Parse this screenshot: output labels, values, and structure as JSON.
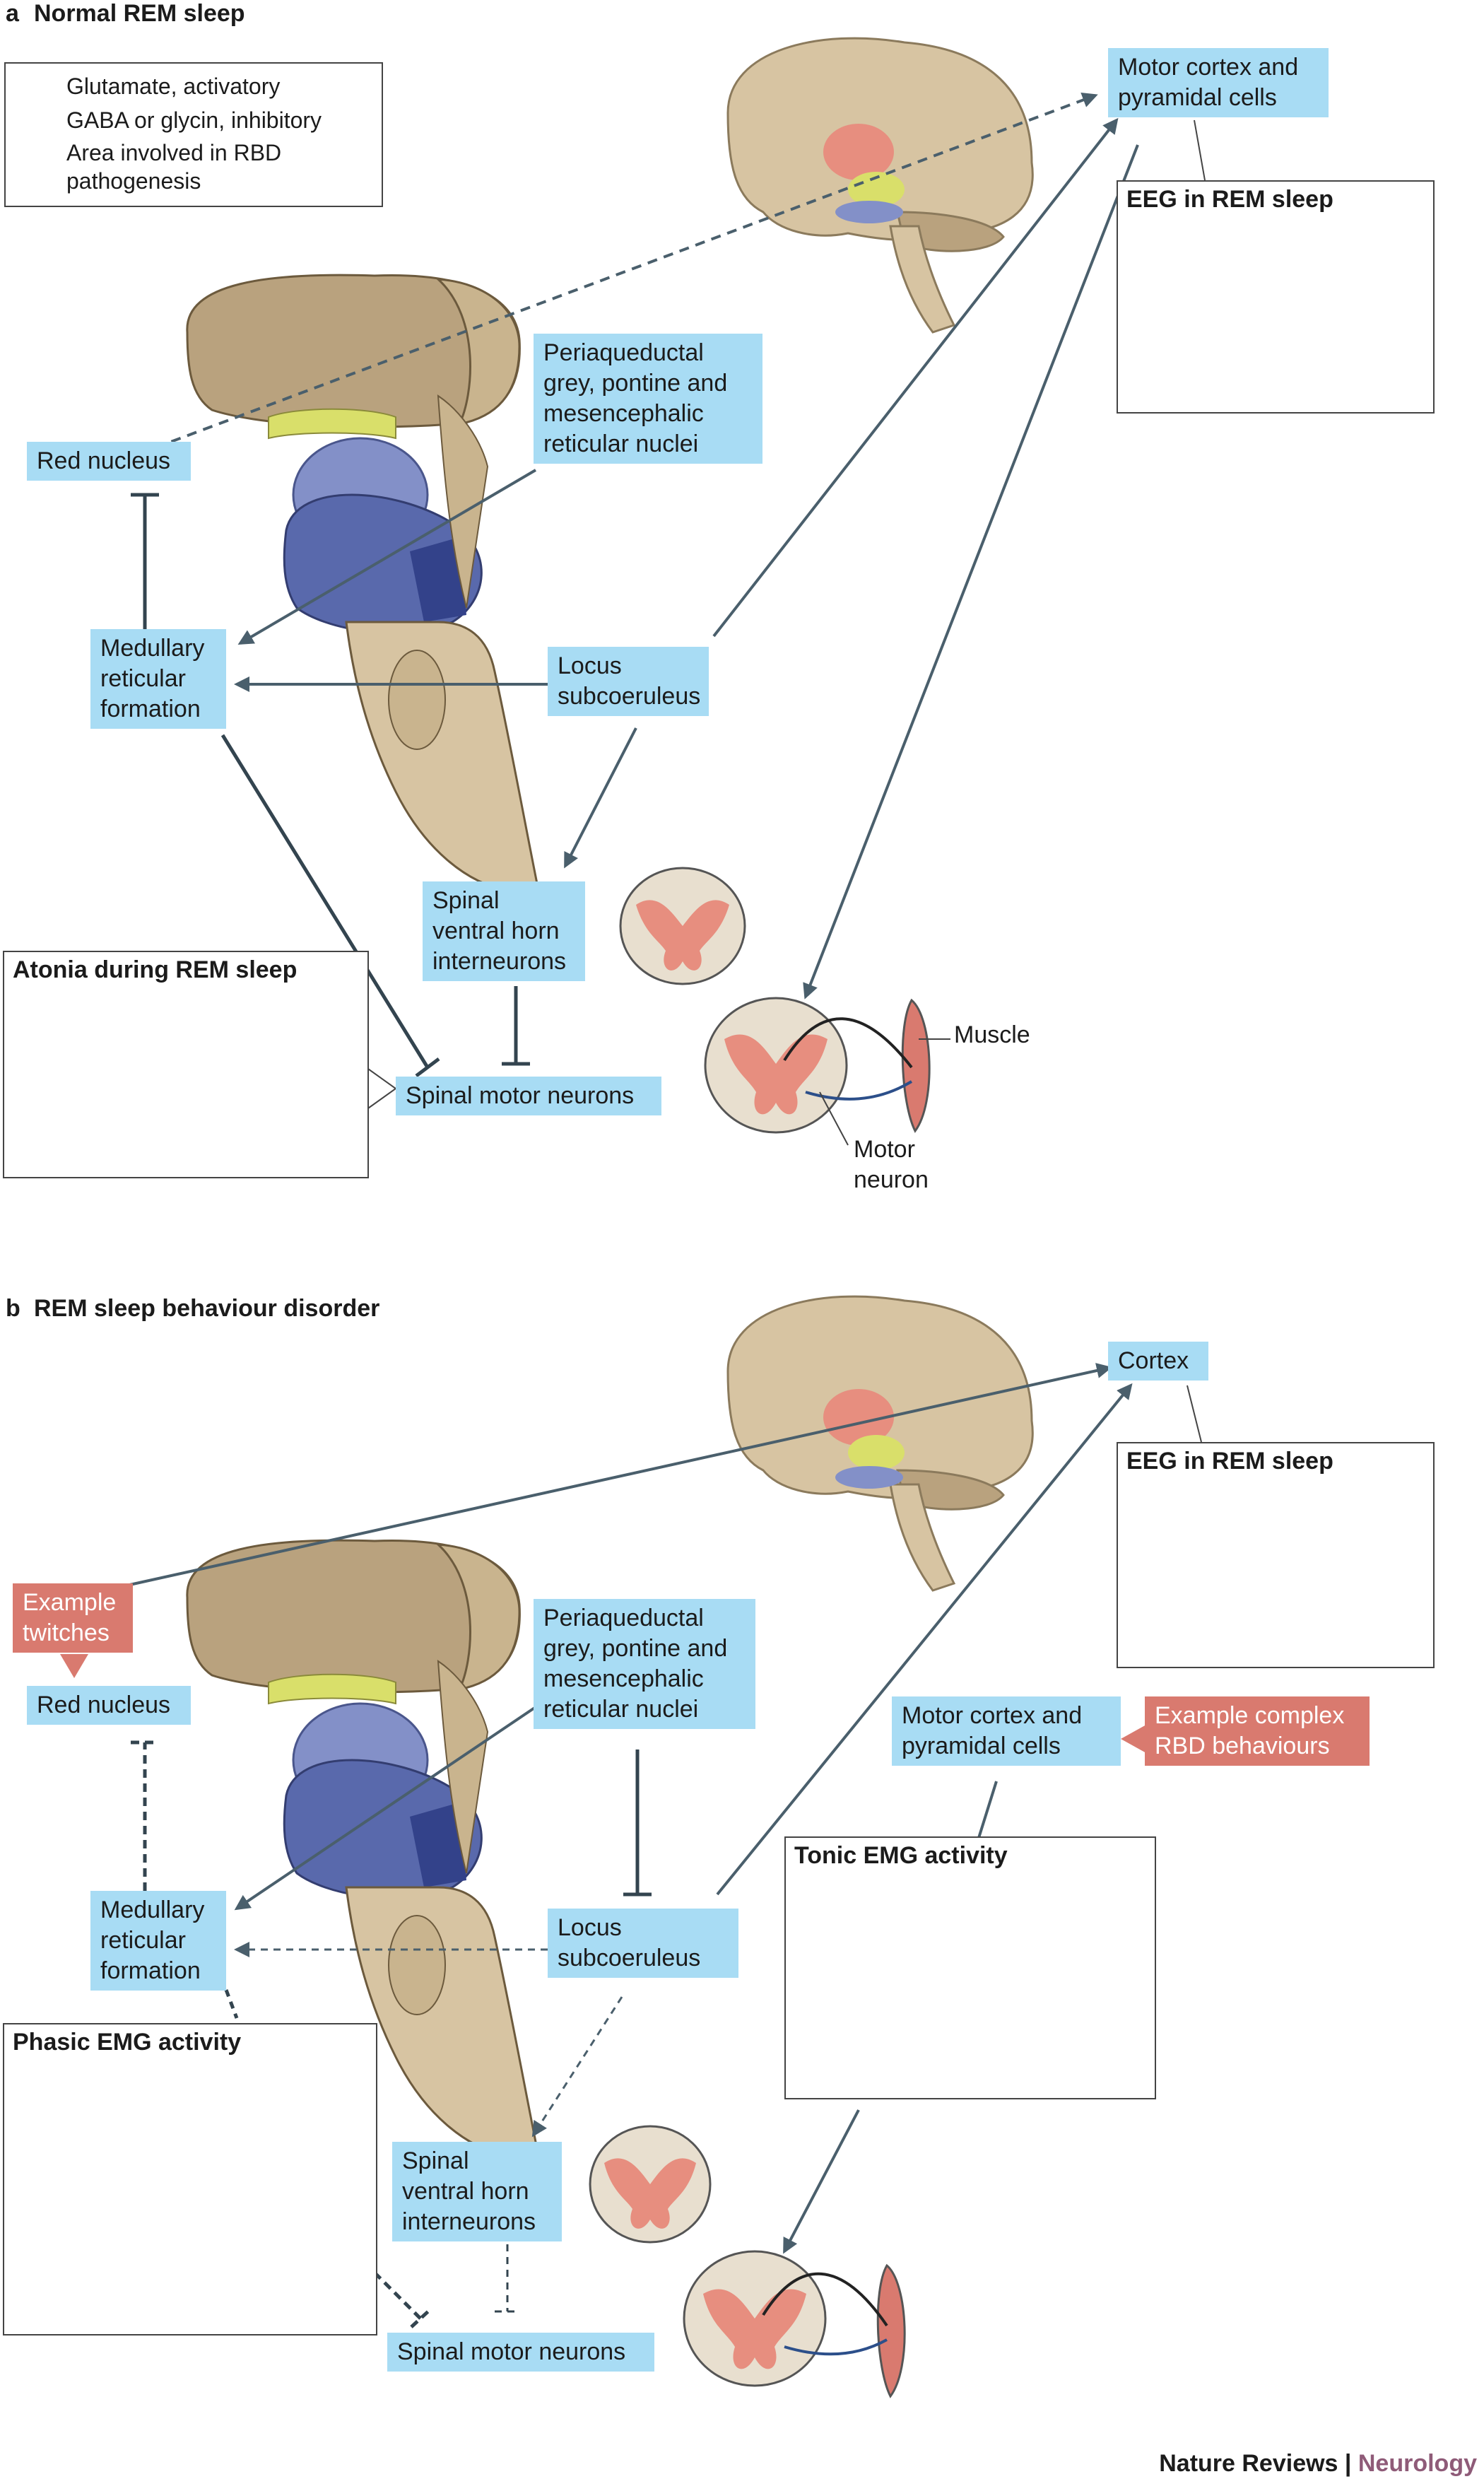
{
  "panel_a": {
    "letter": "a",
    "title": "Normal REM sleep",
    "legend": {
      "glutamate": "Glutamate, activatory",
      "gaba": "GABA or glycin, inhibitory",
      "area_line1": "Area involved in RBD",
      "area_line2": "pathogenesis"
    },
    "motor_cortex": [
      "Motor cortex and",
      "pyramidal cells"
    ],
    "eeg_title": "EEG in REM sleep",
    "pag": [
      "Periaqueductal",
      "grey, pontine and",
      "mesencephalic",
      "reticular nuclei"
    ],
    "red_nucleus": "Red nucleus",
    "medullary": [
      "Medullary",
      "reticular",
      "formation"
    ],
    "locus": [
      "Locus",
      "subcoeruleus"
    ],
    "spinal_inter": [
      "Spinal",
      "ventral horn",
      "interneurons"
    ],
    "atonia_title": "Atonia during REM sleep",
    "spinal_motor": "Spinal motor neurons",
    "muscle": "Muscle",
    "motor_neuron": [
      "Motor",
      "neuron"
    ]
  },
  "panel_b": {
    "letter": "b",
    "title": "REM sleep behaviour disorder",
    "cortex": "Cortex",
    "eeg_title": "EEG in REM sleep",
    "example_twitches": [
      "Example",
      "twitches"
    ],
    "red_nucleus": "Red nucleus",
    "pag": [
      "Periaqueductal",
      "grey, pontine and",
      "mesencephalic",
      "reticular nuclei"
    ],
    "motor_cortex": [
      "Motor cortex and",
      "pyramidal cells"
    ],
    "example_complex": [
      "Example complex",
      "RBD behaviours"
    ],
    "tonic_title": "Tonic EMG activity",
    "medullary": [
      "Medullary",
      "reticular",
      "formation"
    ],
    "locus": [
      "Locus",
      "subcoeruleus"
    ],
    "phasic_title": "Phasic EMG activity",
    "spinal_inter": [
      "Spinal",
      "ventral horn",
      "interneurons"
    ],
    "spinal_motor": "Spinal motor neurons"
  },
  "credit": {
    "journal": "Nature Reviews",
    "separator": " | ",
    "subject": "Neurology"
  },
  "colors": {
    "box": "#a8dcf4",
    "pink": "#d97a6f",
    "arrow": "#4a5f6c",
    "brain": "#d7c4a2",
    "red_region": "#e78e7f",
    "yellow_region": "#d9df6a",
    "blue_region": "#8390c8",
    "pons": "#5969ac"
  },
  "icons": [
    "brain-icon",
    "brainstem-icon",
    "spinal-cord-section-icon",
    "muscle-icon"
  ]
}
